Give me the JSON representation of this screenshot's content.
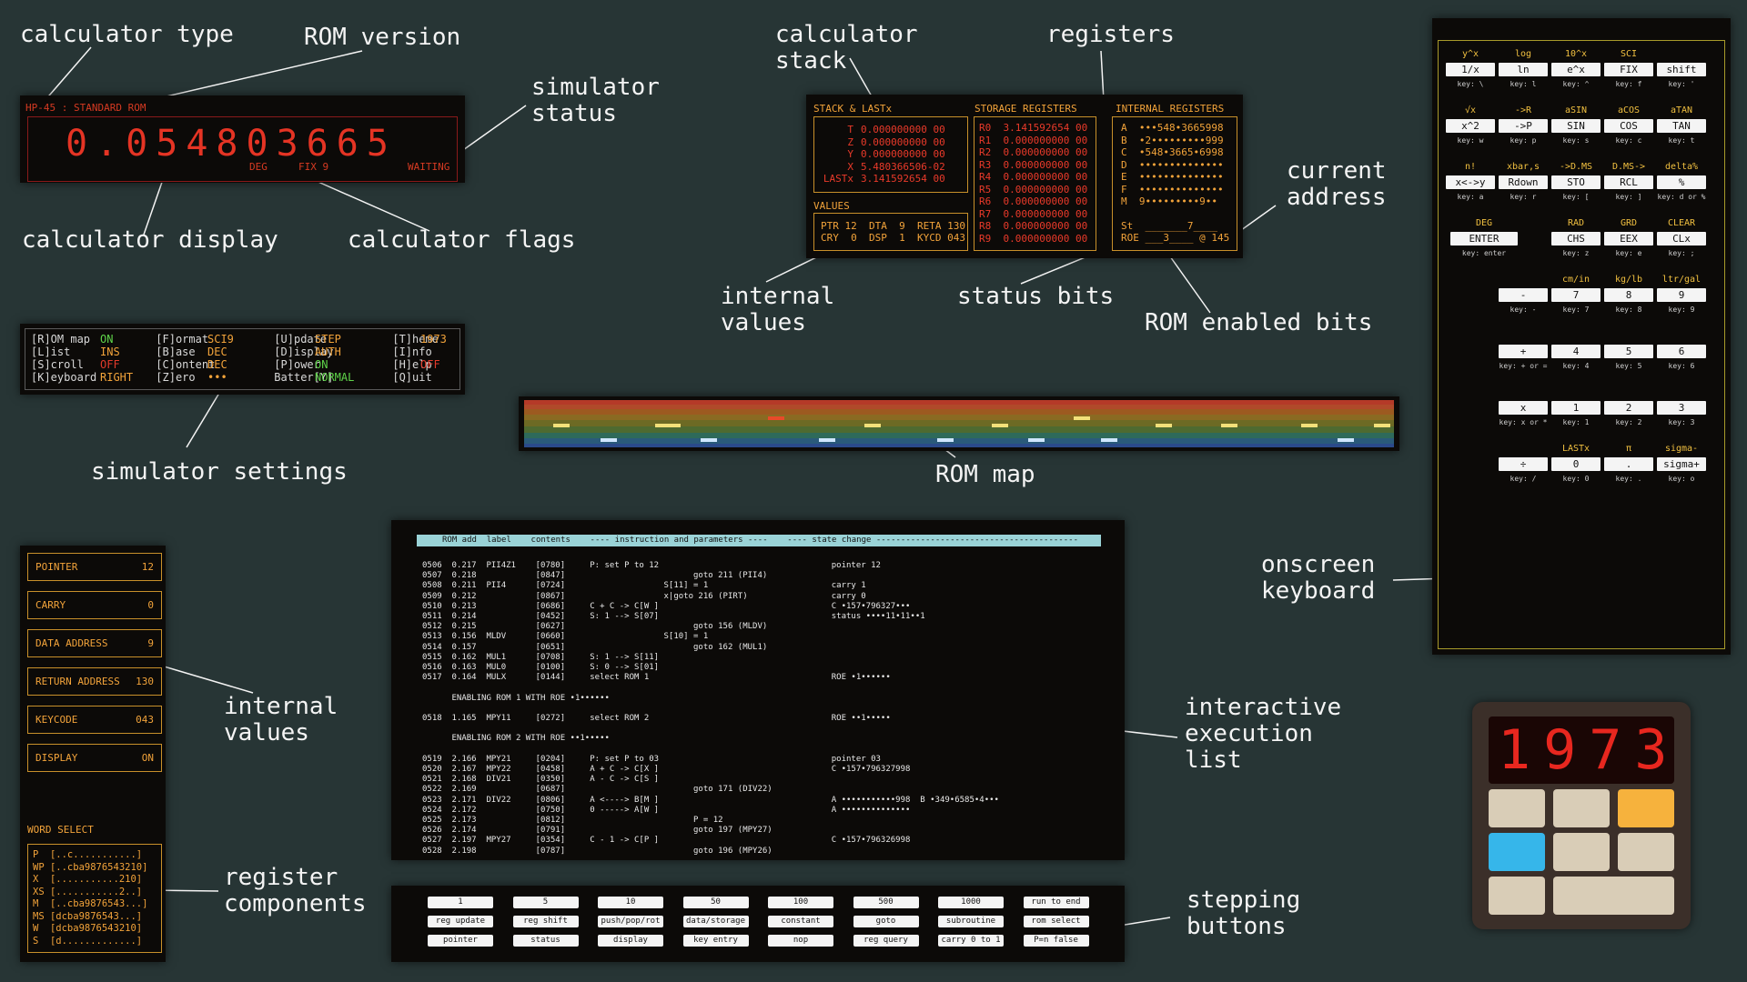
{
  "labels": {
    "calculator_type": "calculator type",
    "rom_version": "ROM version",
    "simulator_status": "simulator\nstatus",
    "calculator_display": "calculator display",
    "calculator_flags": "calculator flags",
    "simulator_settings": "simulator settings",
    "calculator_stack": "calculator\nstack",
    "registers": "registers",
    "current_address": "current\naddress",
    "internal_values_top": "internal\nvalues",
    "status_bits": "status bits",
    "rom_enabled_bits": "ROM enabled bits",
    "rom_map": "ROM map",
    "internal_values_left": "internal\nvalues",
    "register_components": "register\ncomponents",
    "interactive_execution_list": "interactive\nexecution\nlist",
    "stepping_buttons": "stepping\nbuttons",
    "onscreen_keyboard": "onscreen\nkeyboard"
  },
  "display": {
    "title": "HP-45 : STANDARD ROM",
    "digits": "0.054803665",
    "flag_deg": "DEG",
    "flag_fix": "FIX 9",
    "status": "WAITING"
  },
  "settings": {
    "lines": [
      "[R]OM map          [F]ormat          [U]pdate          [T]heme",
      "[L]ist             [B]ase            [D]isplay         [I]nfo",
      "[S]croll           [C]ontent         [P]ower           [H]elp",
      "[K]eyboard         [Z]ero            Batter[Y]         [Q]uit"
    ],
    "values": [
      {
        "text": "ON",
        "color": "#5fd44a"
      },
      {
        "text": "SCI9",
        "color": "#f2a33a"
      },
      {
        "text": "STEP",
        "color": "#f2a33a"
      },
      {
        "text": "1973",
        "color": "#f2a33a"
      },
      {
        "text": "INS",
        "color": "#f2a33a"
      },
      {
        "text": "DEC",
        "color": "#f2a33a"
      },
      {
        "text": "AUTH",
        "color": "#f2a33a"
      },
      {
        "text": "",
        "color": "#f2a33a"
      },
      {
        "text": "OFF",
        "color": "#e23a2a"
      },
      {
        "text": "DEC",
        "color": "#f2a33a"
      },
      {
        "text": "ON",
        "color": "#5fd44a"
      },
      {
        "text": "OFF",
        "color": "#e23a2a"
      },
      {
        "text": "RIGHT",
        "color": "#f2a33a"
      },
      {
        "text": "•••",
        "color": "#f2a33a"
      },
      {
        "text": "NORMAL",
        "color": "#5fd44a"
      },
      {
        "text": "",
        "color": "#f2a33a"
      }
    ]
  },
  "stack": {
    "header": "STACK & LASTx",
    "rows": [
      {
        "name": "T",
        "value": "0.000000000 00"
      },
      {
        "name": "Z",
        "value": "0.000000000 00"
      },
      {
        "name": "Y",
        "value": "0.000000000 00"
      },
      {
        "name": "X",
        "value": "5.480366506-02"
      },
      {
        "name": "LASTx",
        "value": "3.141592654 00"
      }
    ],
    "values_header": "VALUES",
    "values_line1": "PTR 12  DTA  9  RETA 130",
    "values_line2": "CRY  0  DSP  1  KYCD 043"
  },
  "storage": {
    "header": "STORAGE REGISTERS",
    "rows": [
      "R0  3.141592654 00",
      "R1  0.000000000 00",
      "R2  0.000000000 00",
      "R3  0.000000000 00",
      "R4  0.000000000 00",
      "R5  0.000000000 00",
      "R6  0.000000000 00",
      "R7  0.000000000 00",
      "R8  0.000000000 00",
      "R9  0.000000000 00"
    ]
  },
  "internal_registers": {
    "header": "INTERNAL REGISTERS",
    "rows": [
      "A  •••548•3665998",
      "B  •2•••••••••999",
      "C  •548•3665•6998",
      "D  ••••••••••••••",
      "E  ••••••••••••••",
      "F  ••••••••••••••",
      "M  9•••••••••9••"
    ],
    "st_line": "St  _______7____",
    "roe_line": "ROE ___3____ @ 145"
  },
  "internal_values": [
    {
      "name": "POINTER",
      "value": "12"
    },
    {
      "name": "CARRY",
      "value": "0"
    },
    {
      "name": "DATA ADDRESS",
      "value": "9"
    },
    {
      "name": "RETURN ADDRESS",
      "value": "130"
    },
    {
      "name": "KEYCODE",
      "value": "043"
    },
    {
      "name": "DISPLAY",
      "value": "ON"
    }
  ],
  "word_select": {
    "header": "WORD SELECT",
    "rows": [
      "P  [..c...........]",
      "WP [..cba9876543210]",
      "X  [...........210]",
      "XS [...........2..]",
      "M  [..cba9876543...]",
      "MS [dcba9876543...]",
      "W  [dcba9876543210]",
      "S  [d.............]"
    ]
  },
  "execution": {
    "header": "ROM add  label    contents    ---- instruction and parameters ----    ---- state change -----------------------------------------",
    "lines": [
      "0506  0.217  PII4Z1    [0780]     P: set P to 12                                   pointer 12",
      "0507  0.218            [0847]                          goto 211 (PII4)",
      "0508  0.211  PII4      [0724]                    S[11] = 1                         carry 1",
      "0509  0.212            [0867]                    x|goto 216 (PIRT)                 carry 0",
      "0510  0.213            [0686]     C + C -> C[W ]                                   C •157•796327•••",
      "0511  0.214            [0452]     S: 1 --> S[07]                                   status ••••11•11••1",
      "0512  0.215            [0627]                          goto 156 (MLDV)",
      "0513  0.156  MLDV      [0660]                    S[10] = 1",
      "0514  0.157            [0651]                          goto 162 (MUL1)",
      "0515  0.162  MUL1      [0708]     S: 1 --> S[11]",
      "0516  0.163  MUL0      [0100]     S: 0 --> S[01]",
      "0517  0.164  MULX      [0144]     select ROM 1                                     ROE •1••••••",
      "",
      "      ENABLING ROM 1 WITH ROE •1••••••",
      "",
      "0518  1.165  MPY11     [0272]     select ROM 2                                     ROE ••1•••••",
      "",
      "      ENABLING ROM 2 WITH ROE ••1•••••",
      "",
      "0519  2.166  MPY21     [0204]     P: set P to 03                                   pointer 03",
      "0520  2.167  MPY22     [0458]     A + C -> C[X ]                                   C •157•796327998",
      "0521  2.168  DIV21     [0350]     A - C -> C[S ]",
      "0522  2.169            [0687]                          goto 171 (DIV22)",
      "0523  2.171  DIV22     [0806]     A <----> B[M ]                                   A •••••••••••998  B •349•6585•4•••",
      "0524  2.172            [0750]     0 -----> A[W ]                                   A ••••••••••••••",
      "0525  2.173            [0812]                          P = 12",
      "0526  2.174            [0791]                          goto 197 (MPY27)",
      "0527  2.197  MPY27     [0354]     C - 1 -> C[P ]                                   C •157•796326998",
      "0528  2.198            [0787]                          goto 196 (MPY26)"
    ]
  },
  "stepping": [
    [
      "1",
      "5",
      "10",
      "50",
      "100",
      "500",
      "1000",
      "run to end"
    ],
    [
      "reg update",
      "reg shift",
      "push/pop/rot",
      "data/storage",
      "constant",
      "goto",
      "subroutine",
      "rom select"
    ],
    [
      "pointer",
      "status",
      "display",
      "key entry",
      "nop",
      "reg query",
      "carry 0 to 1",
      "P=n false"
    ]
  ],
  "keyboard": {
    "rows": [
      {
        "labels": [
          "y^x",
          "log",
          "10^x",
          "SCI",
          ""
        ],
        "keys": [
          "1/x",
          "ln",
          "e^x",
          "FIX",
          "shift"
        ],
        "hints": [
          "key: \\",
          "key: l",
          "key: ^",
          "key: f",
          "key: '"
        ]
      },
      {
        "labels": [
          "√x",
          "->R",
          "aSIN",
          "aCOS",
          "aTAN"
        ],
        "keys": [
          "x^2",
          "->P",
          "SIN",
          "COS",
          "TAN"
        ],
        "hints": [
          "key: w",
          "key: p",
          "key: s",
          "key: c",
          "key: t"
        ]
      },
      {
        "labels": [
          "n!",
          "xbar,s",
          "->D.MS",
          "D.MS->",
          "delta%"
        ],
        "keys": [
          "x<->y",
          "Rdown",
          "STO",
          "RCL",
          "%"
        ],
        "hints": [
          "key: a",
          "key: r",
          "key: [",
          "key: ]",
          "key: d or %"
        ]
      },
      {
        "labels": [
          "DEG",
          "",
          "RAD",
          "GRD",
          "CLEAR"
        ],
        "keys": [
          "ENTER",
          "",
          "CHS",
          "EEX",
          "CLx"
        ],
        "hints": [
          "key: enter",
          "",
          "key: z",
          "key: e",
          "key: ;"
        ]
      },
      {
        "labels": [
          "",
          "cm/in",
          "kg/lb",
          "ltr/gal"
        ],
        "keys": [
          "-",
          "7",
          "8",
          "9"
        ],
        "hints": [
          "key: -",
          "key: 7",
          "key: 8",
          "key: 9"
        ]
      },
      {
        "labels": [
          "",
          "",
          "",
          ""
        ],
        "keys": [
          "+",
          "4",
          "5",
          "6"
        ],
        "hints": [
          "key: + or =",
          "key: 4",
          "key: 5",
          "key: 6"
        ]
      },
      {
        "labels": [
          "",
          "",
          "",
          ""
        ],
        "keys": [
          "x",
          "1",
          "2",
          "3"
        ],
        "hints": [
          "key: x or *",
          "key: 1",
          "key: 2",
          "key: 3"
        ]
      },
      {
        "labels": [
          "",
          "LASTx",
          "π",
          "sigma-"
        ],
        "keys": [
          "÷",
          "0",
          ".",
          "sigma+"
        ],
        "hints": [
          "key: /",
          "key: 0",
          "key: .",
          "key: o"
        ]
      }
    ]
  },
  "hp_logo": {
    "digits": "1973"
  }
}
